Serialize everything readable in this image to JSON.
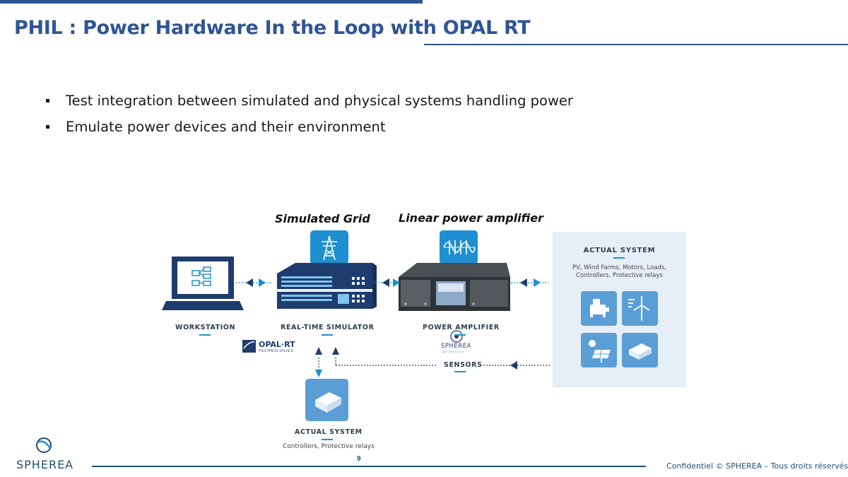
{
  "slide": {
    "title": "PHIL : Power Hardware In the Loop with OPAL RT",
    "bullets": [
      "Test integration between simulated and physical systems handling power",
      "Emulate power devices and their environment"
    ],
    "page_number": "9",
    "footer_text": "Confidentiel © SPHEREA – Tous droits réservés",
    "logo_text": "SPHEREA"
  },
  "diagram": {
    "captions": {
      "simulated_grid": "Simulated Grid",
      "linear_amplifier": "Linear power amplifier"
    },
    "nodes": {
      "workstation": "WORKSTATION",
      "simulator": "REAL-TIME SIMULATOR",
      "amplifier": "POWER AMPLIFIER",
      "sensors": "SENSORS"
    },
    "opal_logo": {
      "name": "OPAL·RT",
      "sub": "TECHNOLOGIES"
    },
    "sph_small_logo": {
      "name": "SPHEREA",
      "sub": "AUTOMATION"
    },
    "actual_system_right": {
      "title": "ACTUAL SYSTEM",
      "desc_line1": "PV, Wind Farms, Motors, Loads,",
      "desc_line2": "Controllers, Protective relays"
    },
    "actual_system_bottom": {
      "title": "ACTUAL SYSTEM",
      "desc": "Controllers, Protective relays"
    }
  },
  "colors": {
    "title_blue": "#2f5597",
    "accent_blue": "#1e8fd1",
    "navy": "#1f3c6e",
    "panel_bg": "#e6eff7",
    "tile_blue": "#5b9ed6"
  }
}
